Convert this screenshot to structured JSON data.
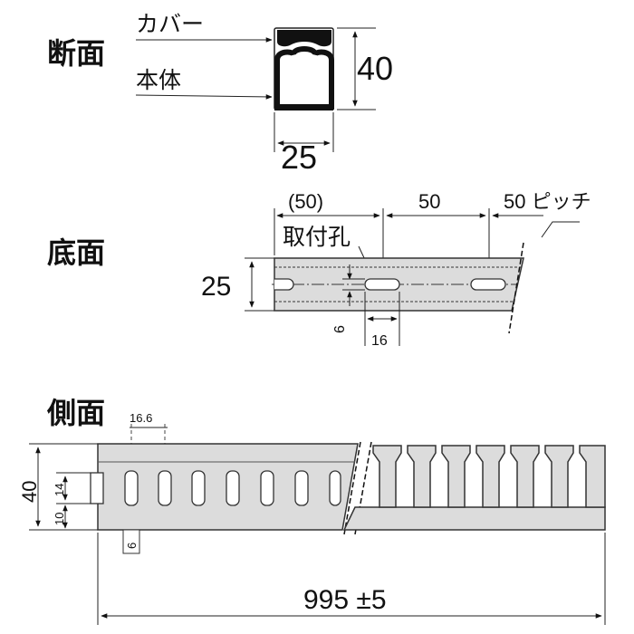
{
  "sections": {
    "cross_section": {
      "title": "断面",
      "cover_label": "カバー",
      "body_label": "本体",
      "height_dim": "40",
      "width_dim": "25"
    },
    "bottom_view": {
      "title": "底面",
      "pitch_first": "(50)",
      "pitch_second": "50",
      "pitch_note": "50 ピッチ",
      "hole_label": "取付孔",
      "width_dim": "25",
      "hole_width": "6",
      "hole_length": "16"
    },
    "side_view": {
      "title": "側面",
      "slot_pitch": "16.6",
      "height_dim": "40",
      "slot_height": "14",
      "base_height": "10",
      "slot_width": "6",
      "length_dim": "995 ±5"
    }
  },
  "colors": {
    "line": "#222222",
    "fill": "#dcdcdc",
    "background": "#ffffff"
  }
}
